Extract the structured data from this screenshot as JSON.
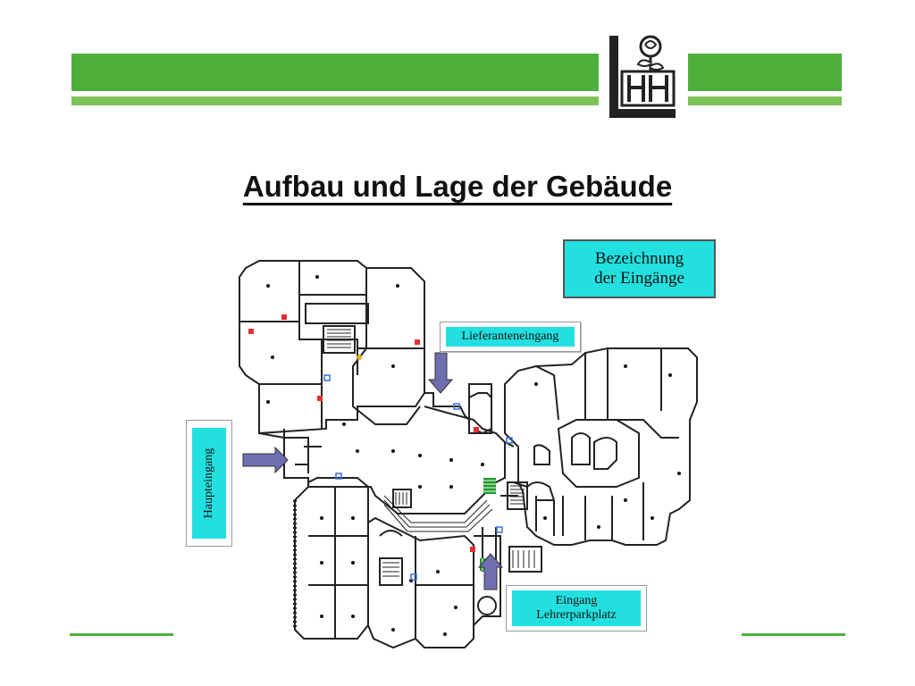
{
  "title": "Aufbau und Lage der Gebäude",
  "logo": {
    "name": "LH rose logo",
    "lettering": "LH"
  },
  "labels": {
    "bezeichnung_line1": "Bezeichnung",
    "bezeichnung_line2": "der Eingänge",
    "lieferanteneingang": "Lieferanteneingang",
    "haupteingang": "Haupteingang",
    "lehrer_line1": "Eingang",
    "lehrer_line2": "Lehrerparkplatz"
  },
  "colors": {
    "band": "#4caf3c",
    "label_fill": "#22e0e0",
    "arrow": "#6f6fb0",
    "wall": "#222222",
    "extinguisher": "#e23030",
    "fire_alarm": "#3a6fd8"
  },
  "icons": [
    "arrow-right-icon",
    "arrow-down-icon",
    "arrow-up-icon",
    "fire-extinguisher-icon",
    "fire-alarm-icon",
    "stairs-icon"
  ]
}
